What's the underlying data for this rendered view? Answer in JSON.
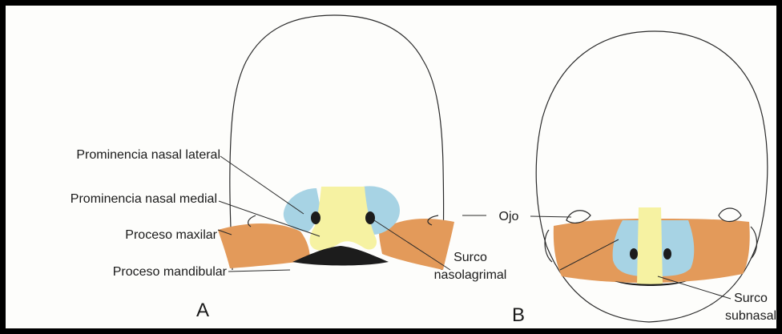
{
  "colors": {
    "orange": "#e39a5a",
    "blue": "#a7d3e4",
    "yellow": "#f6f2a2",
    "mouth": "#1c1c1c",
    "outline": "#2a2a2a",
    "background": "#fdfdfb",
    "frame": "#000000"
  },
  "panels": {
    "a": {
      "letter": "A",
      "labels": {
        "lateral_nasal": "Prominencia nasal lateral",
        "medial_nasal": "Prominencia nasal medial",
        "maxillary": "Proceso maxilar",
        "mandibular": "Proceso mandibular",
        "nasolacrimal_line1": "Surco",
        "nasolacrimal_line2": "nasolagrimal"
      }
    },
    "b": {
      "letter": "B",
      "labels": {
        "eye": "Ojo",
        "subnasal_line1": "Surco",
        "subnasal_line2": "subnasal"
      }
    }
  }
}
